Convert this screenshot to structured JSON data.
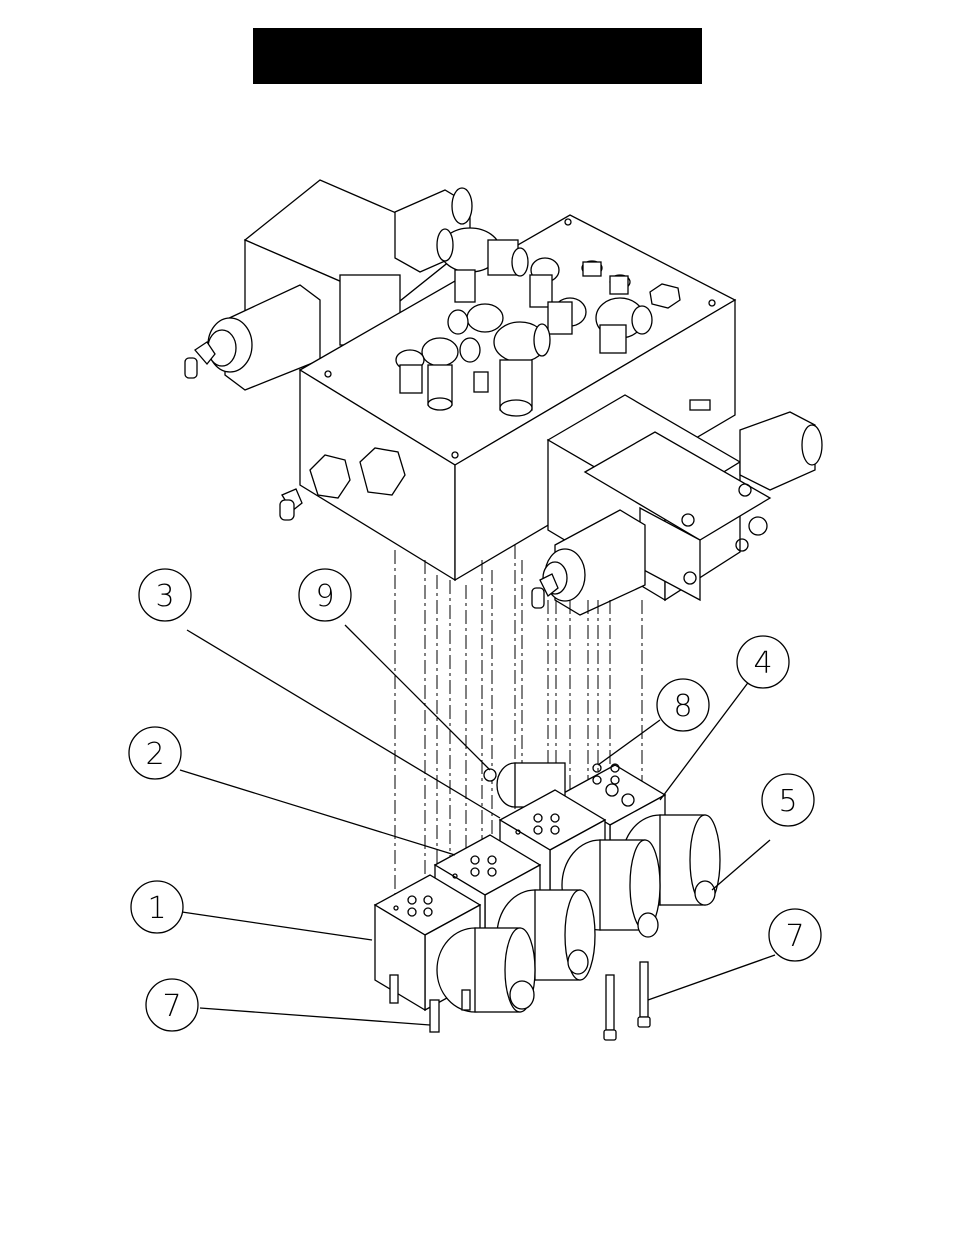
{
  "title_bar": {
    "text": ""
  },
  "callouts": [
    {
      "id": "c3",
      "label": "3"
    },
    {
      "id": "c9",
      "label": "9"
    },
    {
      "id": "c4",
      "label": "4"
    },
    {
      "id": "c8",
      "label": "8"
    },
    {
      "id": "c2",
      "label": "2"
    },
    {
      "id": "c5",
      "label": "5"
    },
    {
      "id": "c1",
      "label": "1"
    },
    {
      "id": "c7a",
      "label": "7"
    },
    {
      "id": "c7b",
      "label": "7"
    }
  ],
  "colors": {
    "ink": "#000000",
    "paper": "#ffffff",
    "title_bar": "#000000"
  }
}
